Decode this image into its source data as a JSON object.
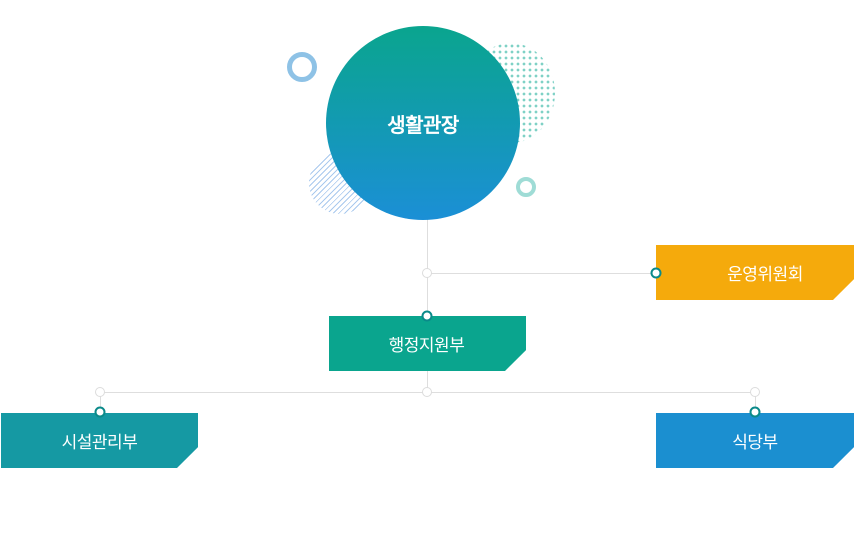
{
  "org_chart": {
    "head": "생활관장",
    "committee": "운영위원회",
    "admin": "행정지원부",
    "facilities": "시설관리부",
    "cafeteria": "식당부"
  },
  "colors": {
    "head_top": "#0aa58e",
    "head_bottom": "#1b8fd6",
    "committee": "#f5aa0c",
    "admin": "#0aa58e",
    "facilities": "#1599a3",
    "cafeteria": "#1b8fd0"
  }
}
